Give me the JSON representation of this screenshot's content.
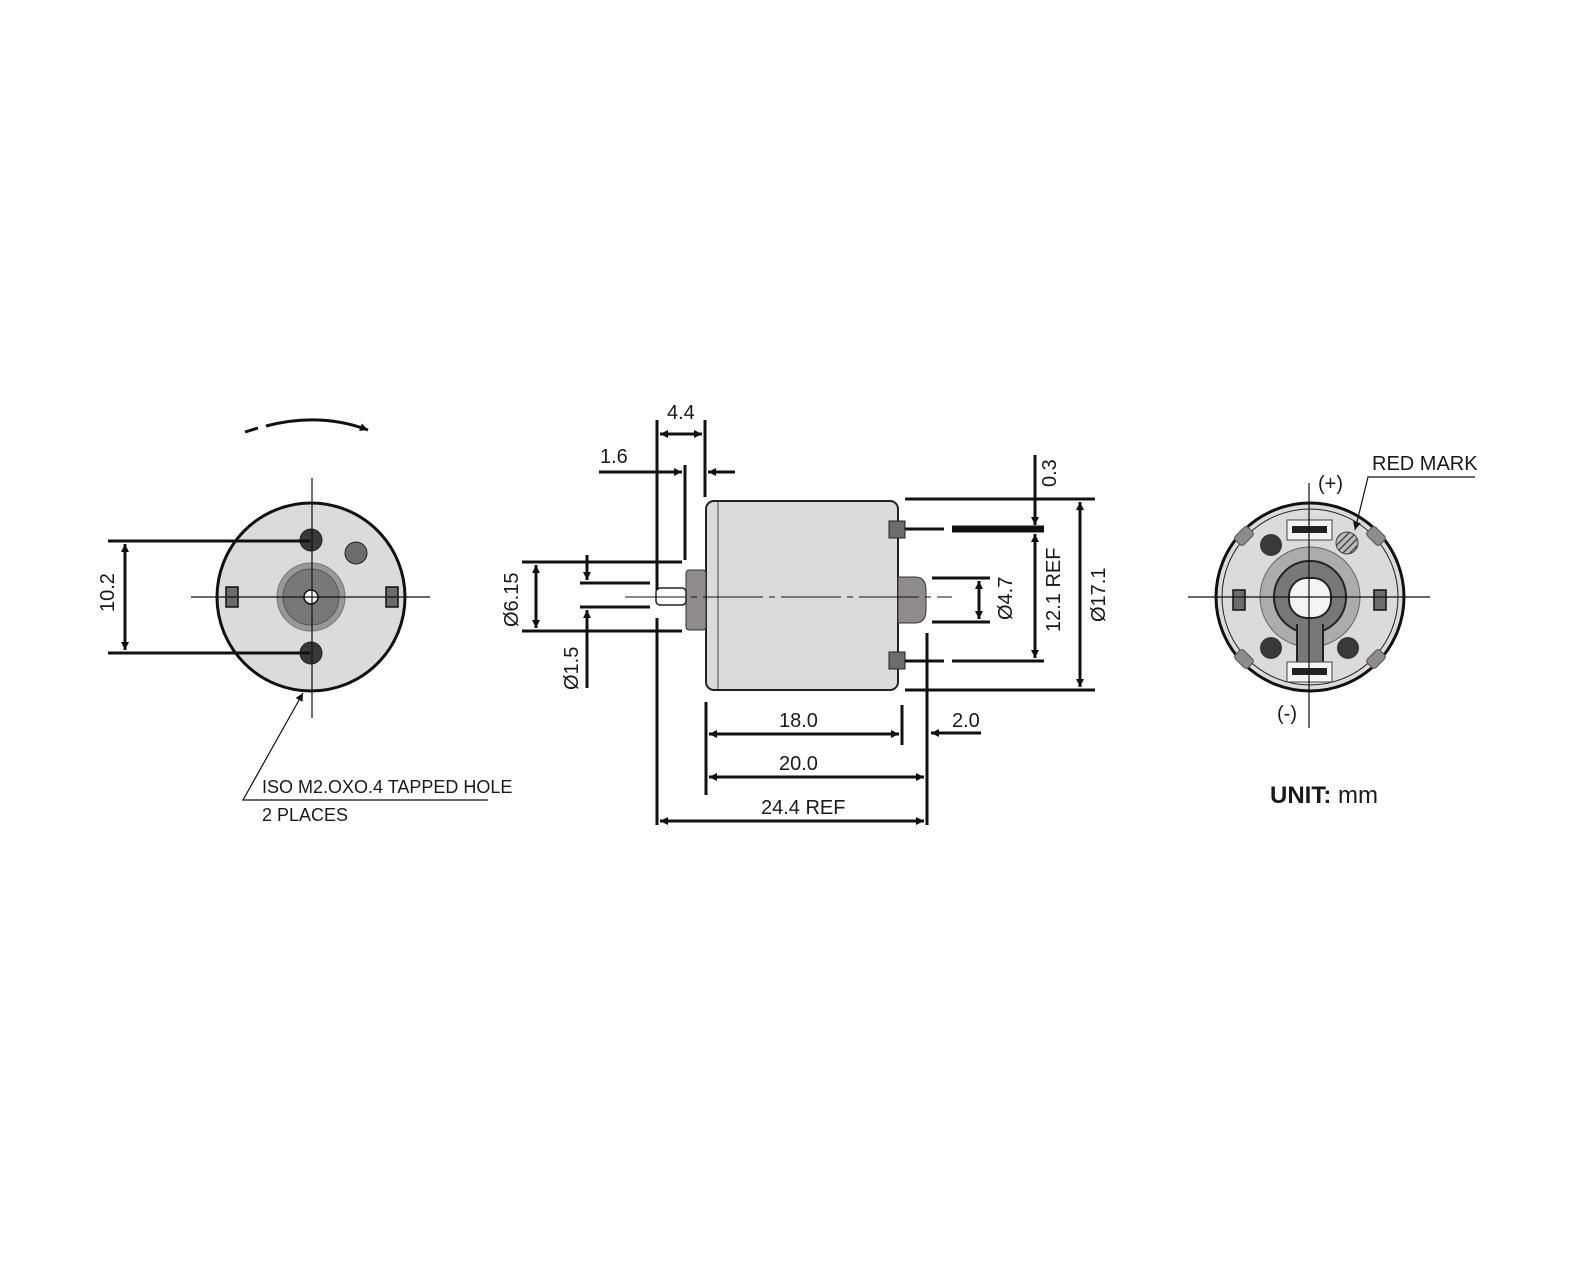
{
  "front_view": {
    "dim_hole_spacing": "10.2",
    "note_line1": "ISO M2.OXO.4 TAPPED HOLE",
    "note_line2": "2 PLACES"
  },
  "side_view": {
    "dim_flange": "4.4",
    "dim_boss": "1.6",
    "dim_boss_dia": "Ø6.15",
    "dim_shaft_dia": "Ø1.5",
    "dim_body": "18.0",
    "dim_to_rear": "20.0",
    "dim_overall": "24.4 REF",
    "dim_rear_gap": "2.0",
    "dim_rear_dia": "Ø4.7",
    "dim_terminal_thk": "0.3",
    "dim_terminal_span": "12.1 REF",
    "dim_body_dia": "Ø17.1"
  },
  "rear_view": {
    "label_plus": "(+)",
    "label_minus": "(-)",
    "label_red_mark": "RED MARK"
  },
  "unit": {
    "label": "UNIT:",
    "value": "mm"
  },
  "colors": {
    "body": "#dcdadb",
    "dark": "#3a383b",
    "mid": "#8e8a8d"
  }
}
